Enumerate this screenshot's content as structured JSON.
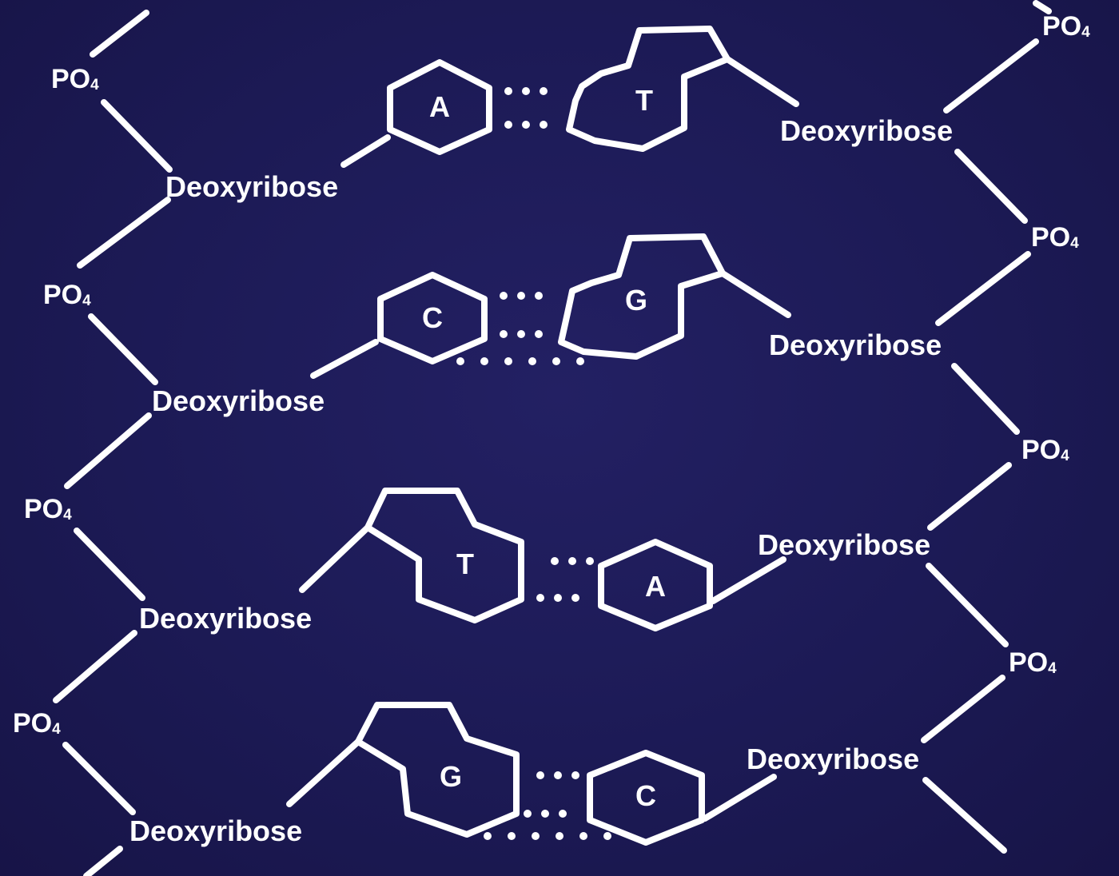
{
  "labels": {
    "sugar": "Deoxyribose",
    "phosphate": "PO",
    "phosphate_subscript": "4"
  },
  "pairs": [
    {
      "left": "A",
      "right": "T",
      "hydrogen_bonds": 2
    },
    {
      "left": "C",
      "right": "G",
      "hydrogen_bonds": 3
    },
    {
      "left": "T",
      "right": "A",
      "hydrogen_bonds": 2
    },
    {
      "left": "G",
      "right": "C",
      "hydrogen_bonds": 3
    }
  ],
  "colors": {
    "background": "#1c1a55",
    "foreground": "#ffffff"
  }
}
